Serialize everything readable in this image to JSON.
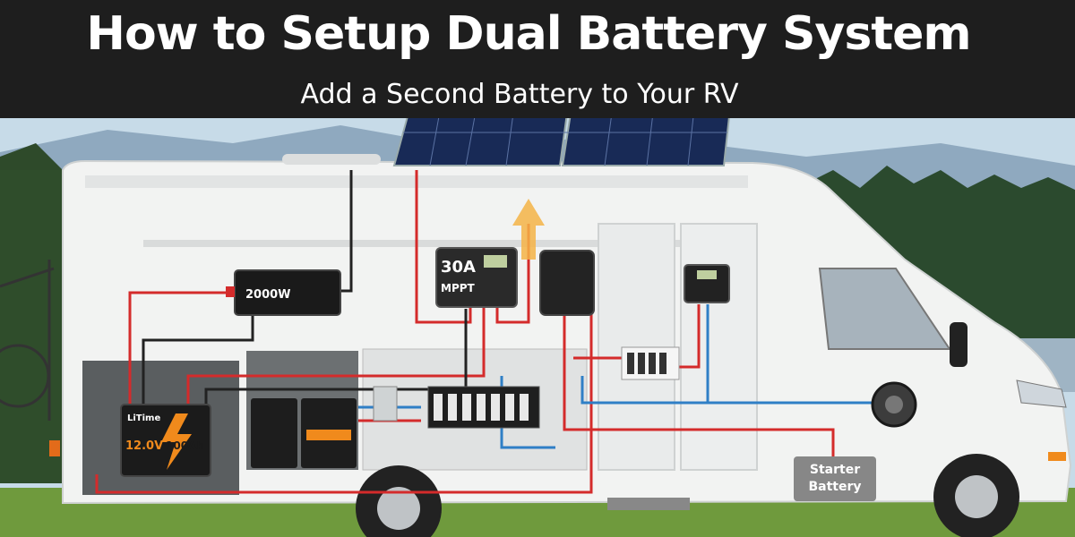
{
  "header": {
    "title": "How to Setup Dual Battery System",
    "subtitle": "Add a Second Battery to Your RV"
  },
  "components": {
    "inverter_label": "2000W",
    "controller_amps": "30A",
    "controller_type": "MPPT",
    "battery_brand": "LiTime",
    "battery_voltage": "12.0V",
    "battery_capacity": "100Ah",
    "starter_line1": "Starter",
    "starter_line2": "Battery"
  },
  "colors": {
    "banner": "#1e1e1e",
    "wire_positive": "#d42b2b",
    "wire_negative": "#222222",
    "wire_signal": "#2f7fc6",
    "battery_accent": "#f08a1c",
    "rv_body": "#f2f3f2"
  },
  "icons": [
    "solar-panel-icon",
    "inverter-icon",
    "charge-controller-icon",
    "battery-icon",
    "alternator-icon",
    "fuse-block-icon"
  ]
}
